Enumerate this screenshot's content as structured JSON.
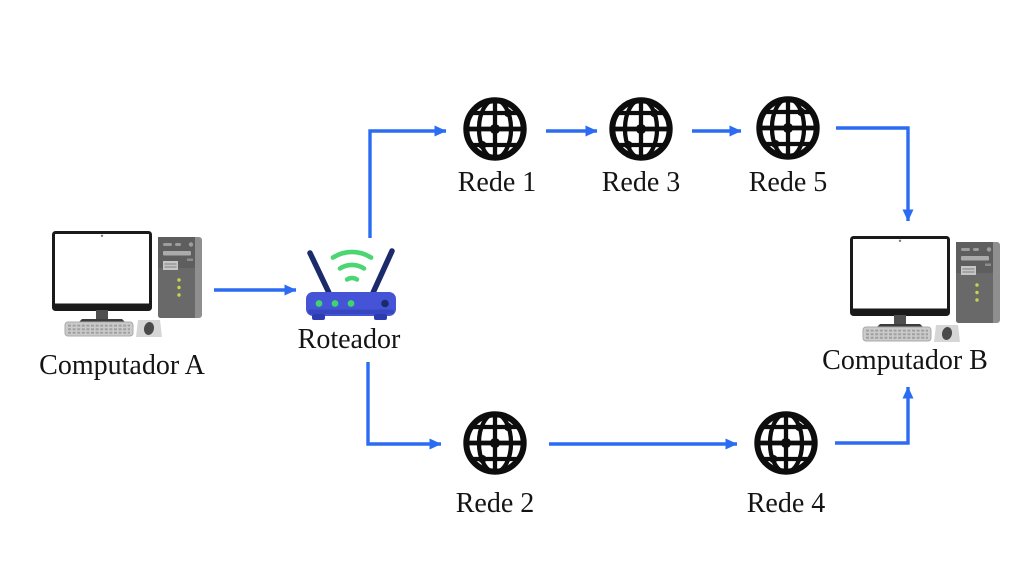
{
  "colors": {
    "background": "#ffffff",
    "arrow": "#2b6cf3",
    "label": "#141414",
    "globe": "#0d0d0d",
    "router-body": "#4553d6",
    "router-shade": "#3747c0",
    "router-foot": "#2c3cb0",
    "router-antenna": "#1b2a6b",
    "wifi-green": "#4cd673",
    "led-green": "#3ed46e"
  },
  "nodes": {
    "computador_a": {
      "label": "Computador A",
      "type": "desktop-computer"
    },
    "roteador": {
      "label": "Roteador",
      "type": "wireless-router"
    },
    "rede1": {
      "label": "Rede 1",
      "type": "network-globe"
    },
    "rede2": {
      "label": "Rede 2",
      "type": "network-globe"
    },
    "rede3": {
      "label": "Rede 3",
      "type": "network-globe"
    },
    "rede4": {
      "label": "Rede 4",
      "type": "network-globe"
    },
    "rede5": {
      "label": "Rede 5",
      "type": "network-globe"
    },
    "computador_b": {
      "label": "Computador B",
      "type": "desktop-computer"
    }
  },
  "edges": [
    {
      "from": "Computador A",
      "to": "Roteador"
    },
    {
      "from": "Roteador",
      "to": "Rede 1"
    },
    {
      "from": "Rede 1",
      "to": "Rede 3"
    },
    {
      "from": "Rede 3",
      "to": "Rede 5"
    },
    {
      "from": "Rede 5",
      "to": "Computador B"
    },
    {
      "from": "Roteador",
      "to": "Rede 2"
    },
    {
      "from": "Rede 2",
      "to": "Rede 4"
    },
    {
      "from": "Rede 4",
      "to": "Computador B"
    }
  ]
}
